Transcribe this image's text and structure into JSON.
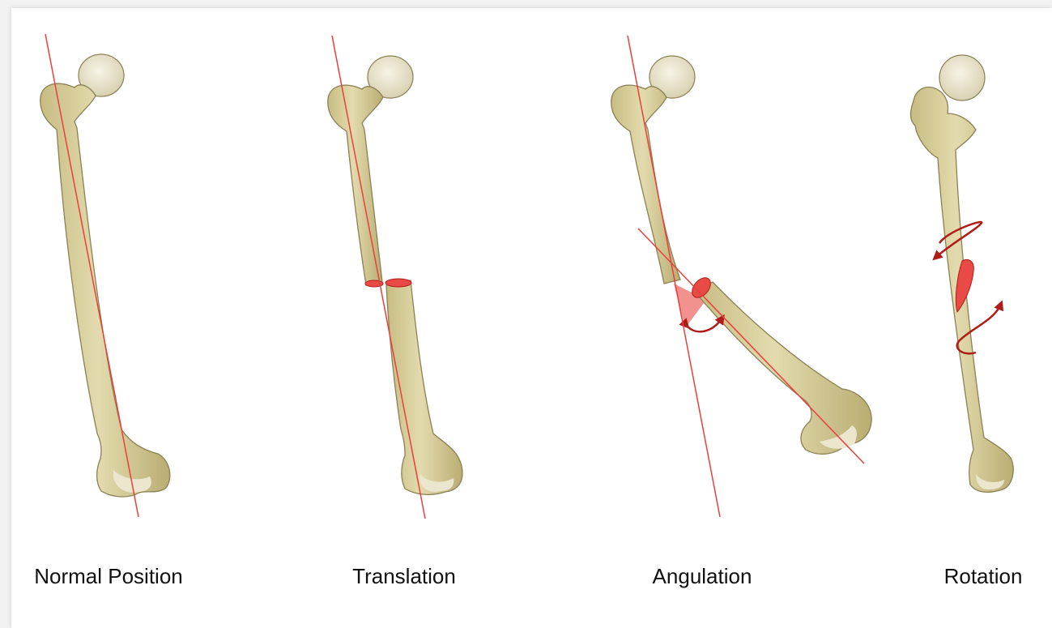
{
  "panels": [
    {
      "caption": "Normal Position"
    },
    {
      "caption": "Translation"
    },
    {
      "caption": "Angulation"
    },
    {
      "caption": "Rotation"
    }
  ],
  "colors": {
    "bone": "#d9d09f",
    "bone_outline": "#8b8155",
    "joint_cartilage": "#ece6cf",
    "axis_line": "#e8403e",
    "fracture": "#e94a45",
    "arrow": "#b01c18",
    "background": "#ffffff"
  }
}
